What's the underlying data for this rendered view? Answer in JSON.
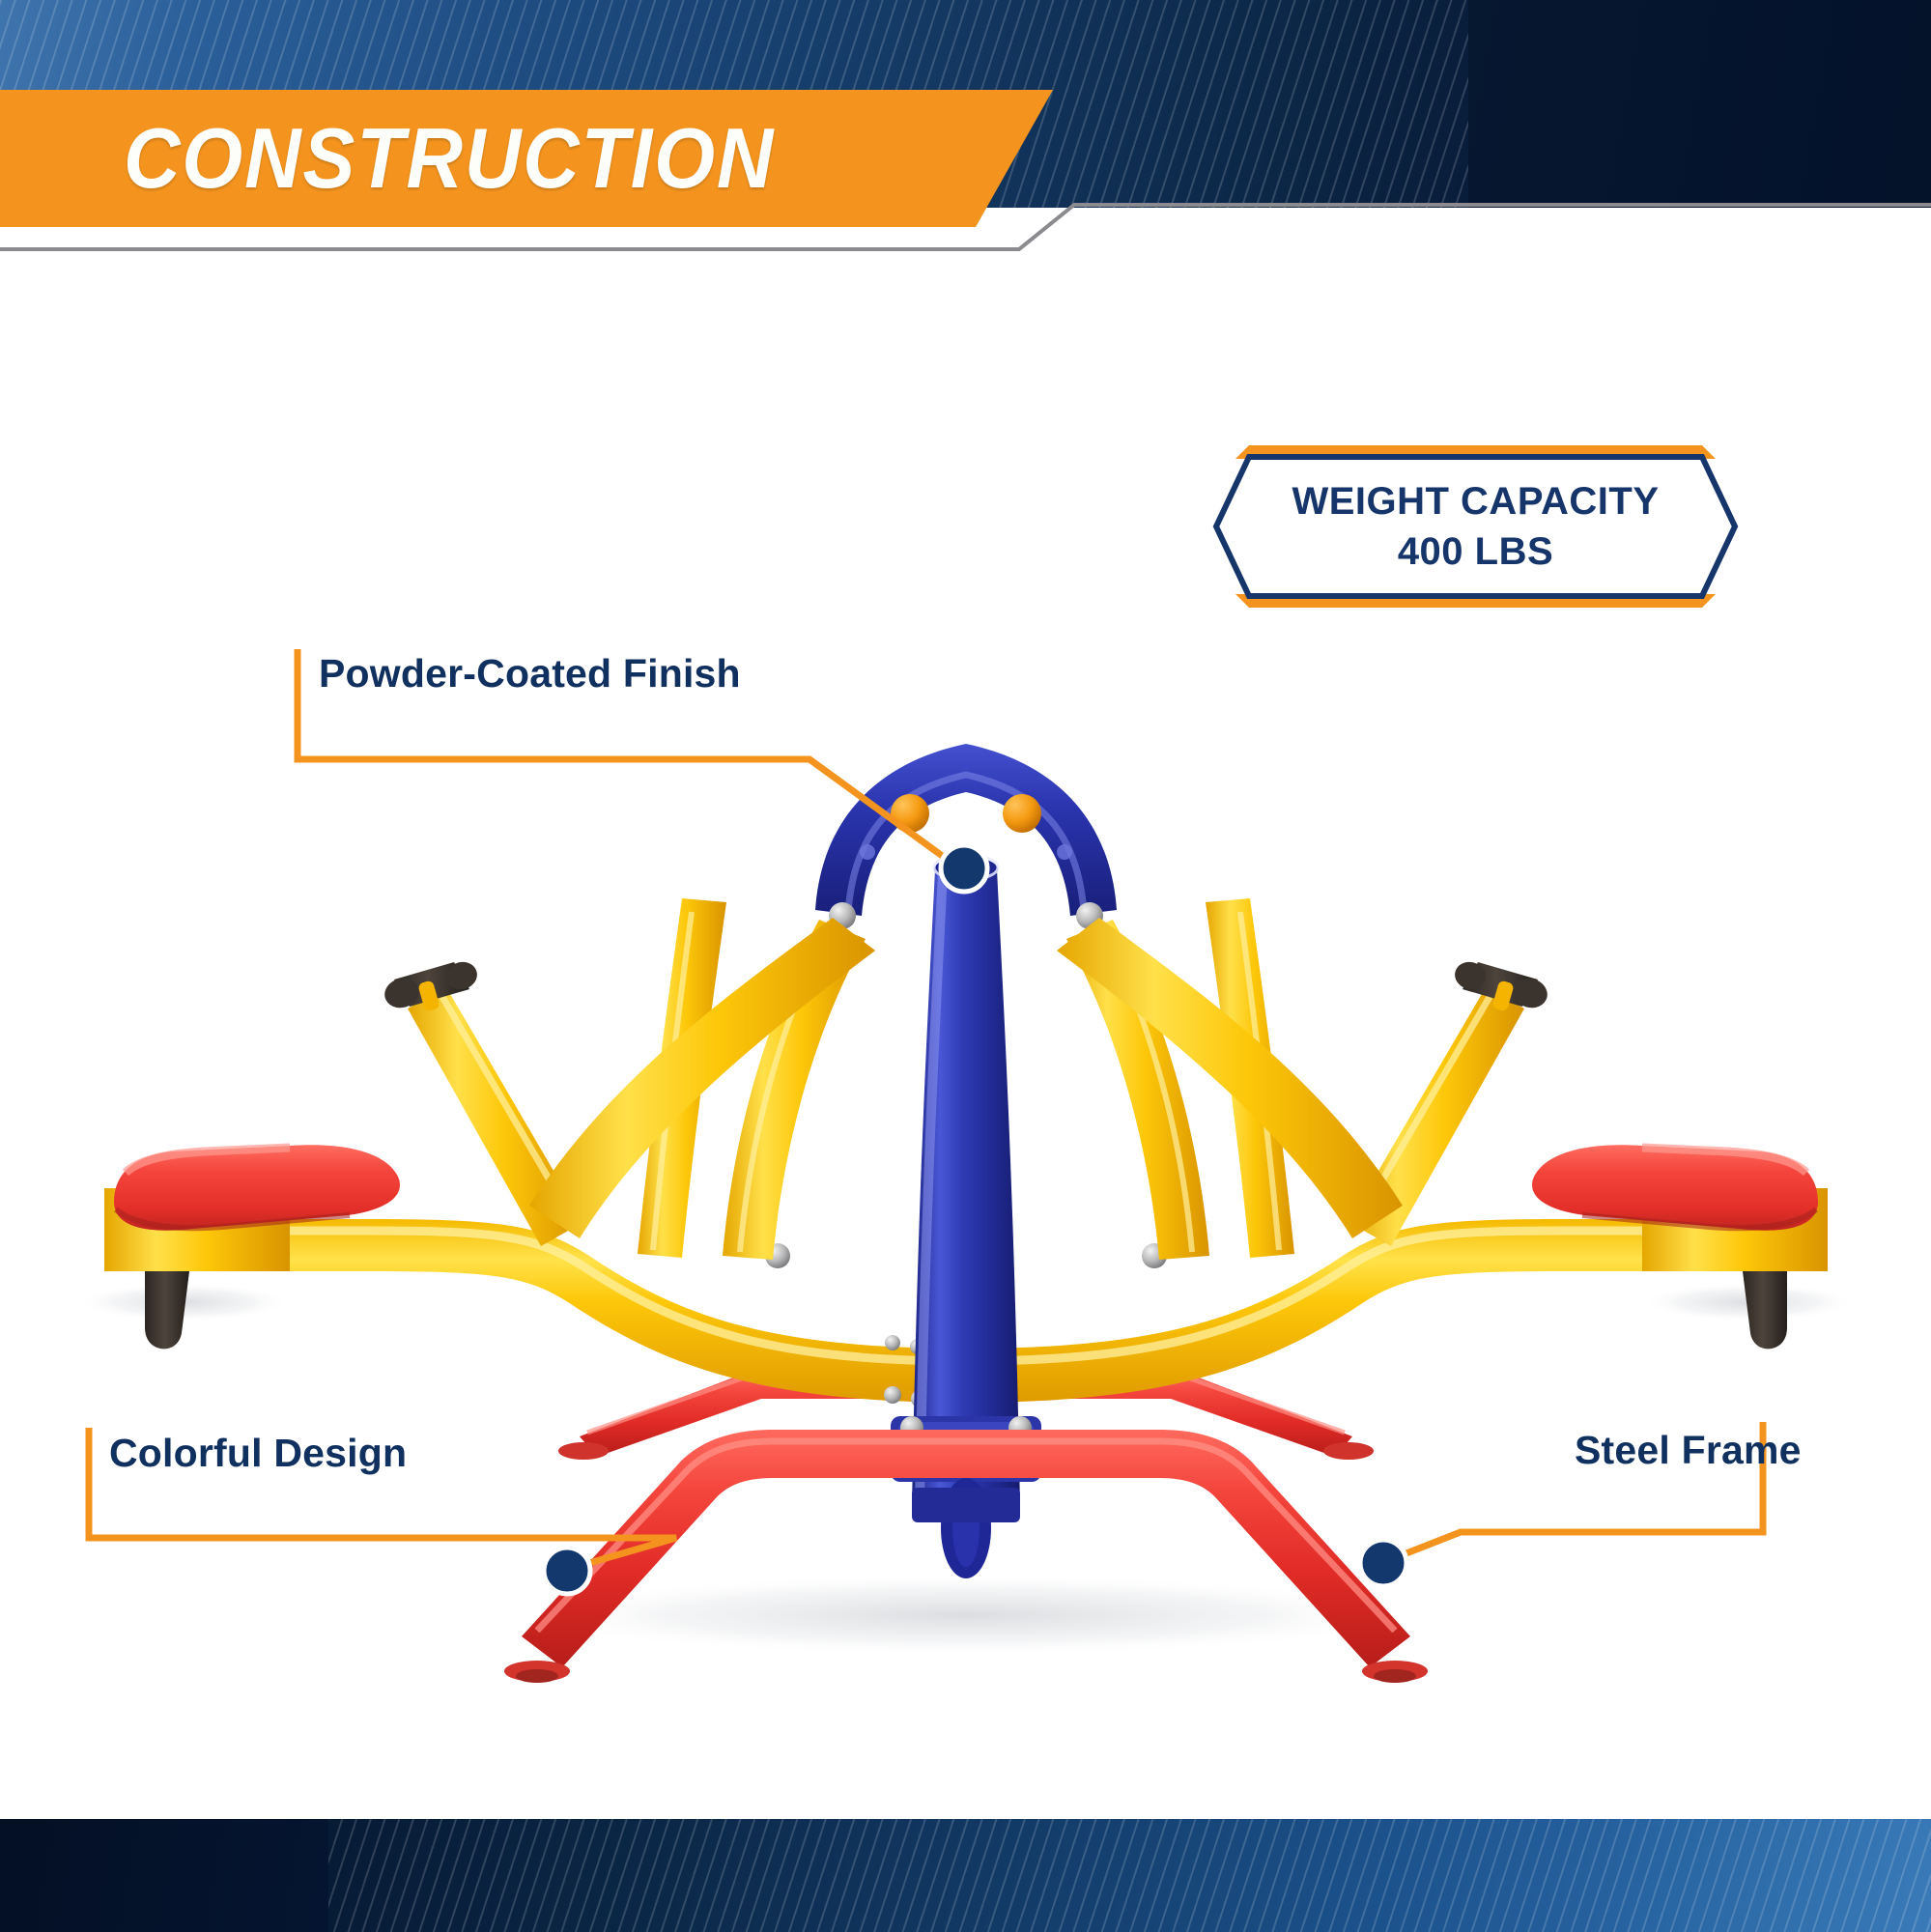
{
  "header": {
    "title": "CONSTRUCTION"
  },
  "badge": {
    "line1": "WEIGHT CAPACITY",
    "line2": "400 LBS"
  },
  "callouts": [
    {
      "id": "powder-coated-finish",
      "label": "Powder-Coated Finish"
    },
    {
      "id": "colorful-design",
      "label": "Colorful Design"
    },
    {
      "id": "steel-frame",
      "label": "Steel Frame"
    }
  ],
  "colors": {
    "orange": "#f4941f",
    "navy": "#10305f",
    "badge_navy": "#15356b",
    "header_blue_light": "#3f74ad",
    "header_blue_dark": "#04122a",
    "product_yellow": "#fdc60b",
    "product_blue": "#2b35a8",
    "product_red": "#ee3b33",
    "product_rubber": "#3a312c",
    "leader_gray": "#8a8a8f",
    "dot_navy": "#12386e"
  },
  "product": {
    "name": "kids-metal-seesaw",
    "parts": [
      "blue-center-post",
      "blue-arch",
      "yellow-handlebar-arms",
      "yellow-seat-beam",
      "red-seat-pad-left",
      "red-seat-pad-right",
      "red-base-legs",
      "rubber-grips",
      "rubber-feet"
    ]
  }
}
